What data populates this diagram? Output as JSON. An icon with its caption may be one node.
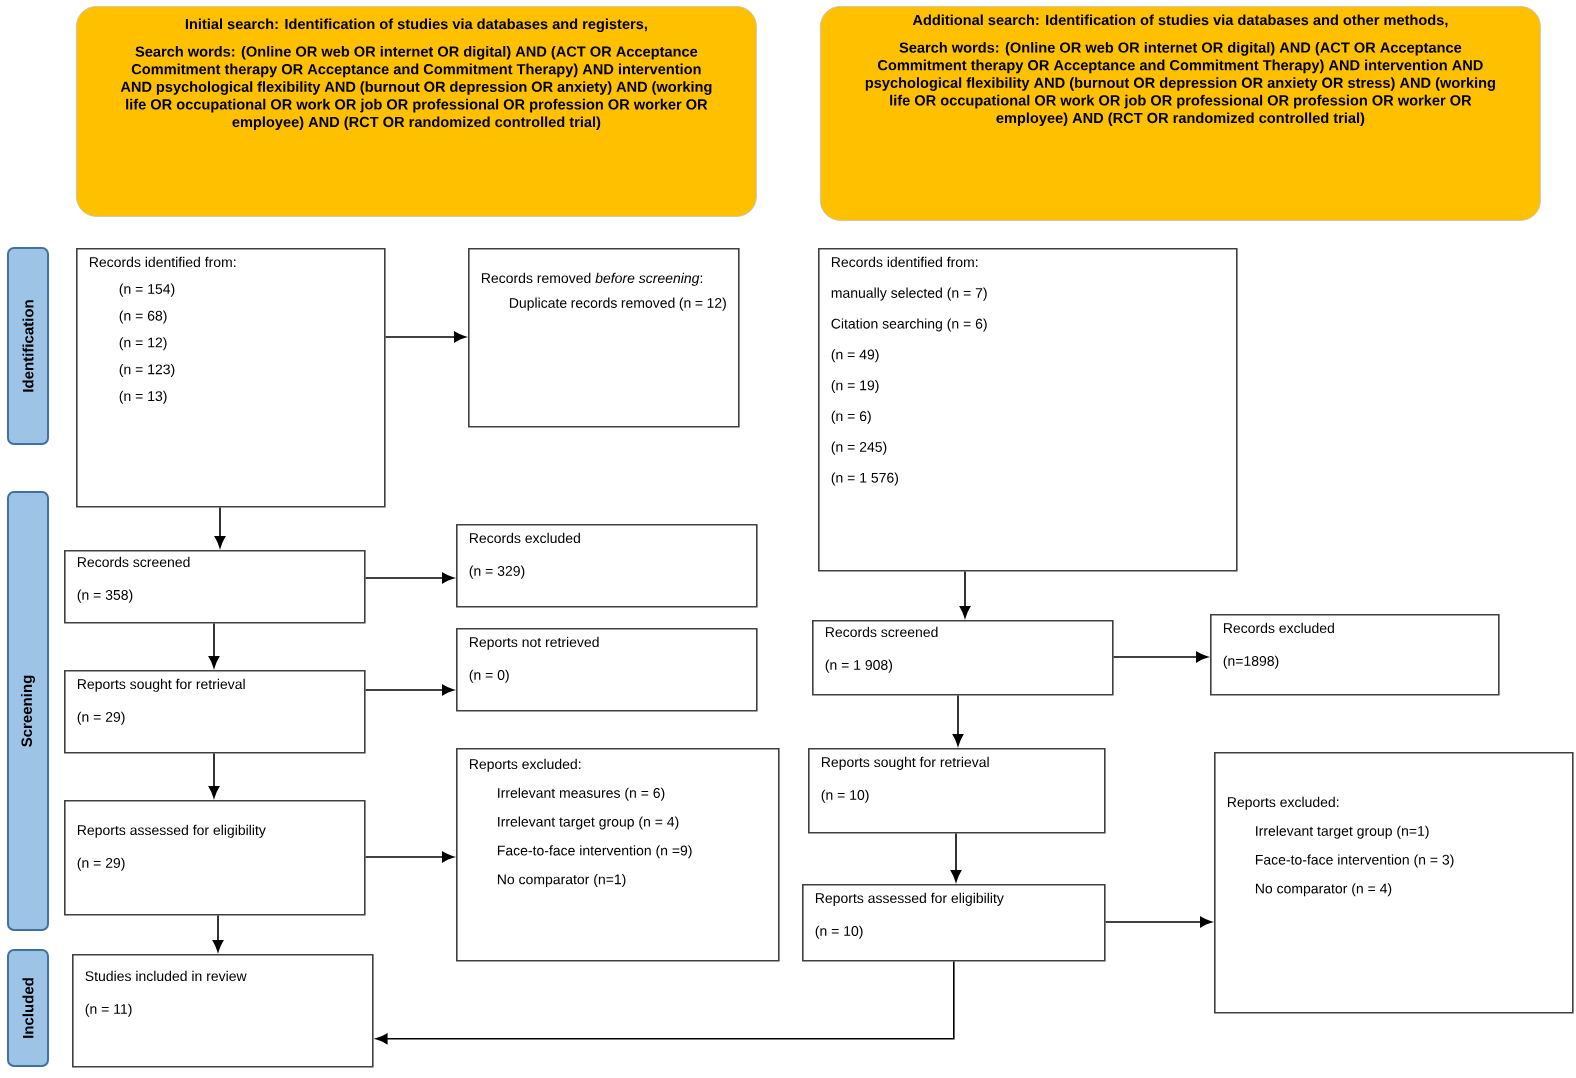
{
  "diagram": {
    "nodes": [
      {
        "text": [
          "Initial search: Identification of studies via databases and registers,",
          "Search words: (Online OR web OR internet OR digital) AND (ACT OR Acceptance Commitment therapy OR Acceptance and Commitment Therapy) AND intervention AND psychological flexibility AND (burnout OR depression OR anxiety) AND (working life OR occupational OR work OR job OR professional OR profession OR worker OR employee) AND (RCT OR randomized controlled trial)"
        ]
      },
      {
        "text": [
          "Additional search: Identification of studies via databases and other methods,",
          "Search words: (Online OR web OR internet OR digital) AND (ACT OR Acceptance Commitment therapy OR Acceptance and Commitment Therapy) AND intervention AND psychological flexibility AND (burnout OR depression OR anxiety OR stress) AND (working life OR occupational OR work OR job OR professional OR profession OR worker OR employee) AND (RCT OR randomized controlled trial)"
        ]
      },
      {
        "text": [
          "Identification"
        ]
      },
      {
        "text": [
          "Screening"
        ]
      },
      {
        "text": [
          "Included"
        ]
      },
      {
        "text": [
          "Records identified from:",
          "(n = 154)",
          "(n = 68)",
          "(n = 12)",
          "(n = 123)",
          "(n = 13)"
        ]
      },
      {
        "text": [
          "Records removed *before screening*:",
          "Duplicate records removed (n = 12)"
        ]
      },
      {
        "text": [
          "Records screened",
          "(n = 358)"
        ]
      },
      {
        "text": [
          "Records excluded",
          "(n = 329)"
        ]
      },
      {
        "text": [
          "Reports sought for retrieval",
          "(n = 29)"
        ]
      },
      {
        "text": [
          "Reports not retrieved",
          "(n = 0)"
        ]
      },
      {
        "text": [
          "Reports assessed for eligibility",
          "(n = 29)"
        ]
      },
      {
        "text": [
          "Reports excluded:",
          "Irrelevant measures (n = 6)",
          "Irrelevant target group (n = 4)",
          "Face-to-face intervention (n =9)",
          "No comparator (n=1)"
        ]
      },
      {
        "text": [
          "Studies included in review",
          "(n = 11)"
        ]
      },
      {
        "text": [
          "Records identified from:",
          "manually selected (n = 7)",
          "Citation searching (n = 6)",
          "(n = 49)",
          "(n = 19)",
          "(n = 6)",
          "(n = 245)",
          "(n = 1 576)"
        ]
      },
      {
        "text": [
          "Records screened",
          "(n = 1 908)"
        ]
      },
      {
        "text": [
          "Records excluded",
          "(n=1898)"
        ]
      },
      {
        "text": [
          "Reports sought for retrieval",
          "(n = 10)"
        ]
      },
      {
        "text": [
          "Reports assessed for eligibility",
          "(n = 10)"
        ]
      },
      {
        "text": [
          "Reports excluded:",
          "Irrelevant target group (n=1)",
          "Face-to-face intervention (n = 3)",
          "No comparator (n = 4)"
        ]
      }
    ],
    "edges": [
      {
        "from": 5,
        "to": 6,
        "arrow": "to"
      },
      {
        "from": 5,
        "to": 7,
        "arrow": "to"
      },
      {
        "from": 7,
        "to": 8,
        "arrow": "to"
      },
      {
        "from": 7,
        "to": 9,
        "arrow": "to"
      },
      {
        "from": 9,
        "to": 10,
        "arrow": "to"
      },
      {
        "from": 9,
        "to": 11,
        "arrow": "to"
      },
      {
        "from": 11,
        "to": 12,
        "arrow": "to"
      },
      {
        "from": 11,
        "to": 13,
        "arrow": "to"
      },
      {
        "from": 14,
        "to": 15,
        "arrow": "to"
      },
      {
        "from": 15,
        "to": 16,
        "arrow": "to"
      },
      {
        "from": 15,
        "to": 17,
        "arrow": "to"
      },
      {
        "from": 17,
        "to": 18,
        "arrow": "to"
      },
      {
        "from": 18,
        "to": 19,
        "arrow": "to"
      },
      {
        "from": 18,
        "to": 13,
        "arrow": "to"
      }
    ]
  }
}
